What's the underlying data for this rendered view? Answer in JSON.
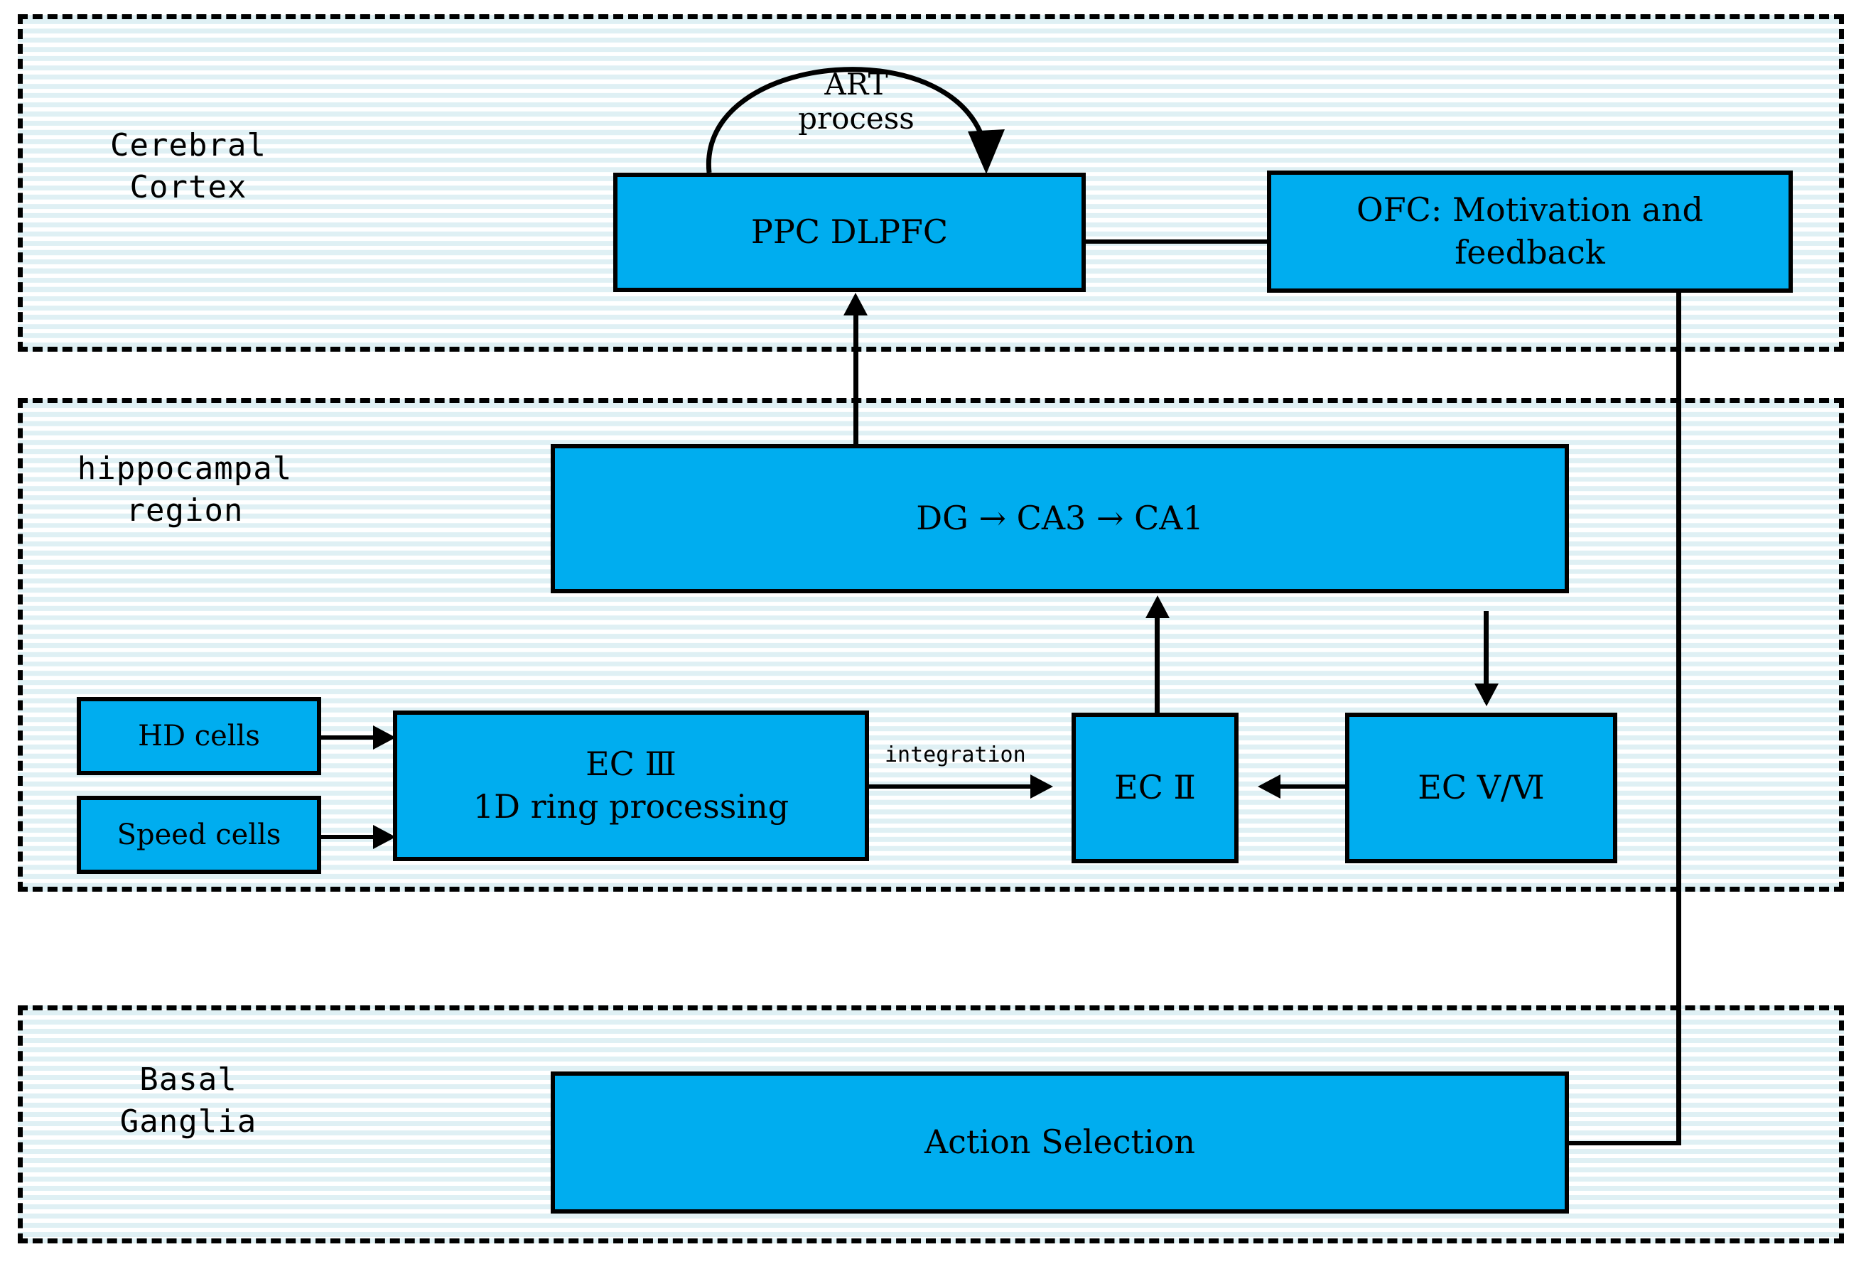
{
  "diagram": {
    "title": "Brain-inspired navigation architecture",
    "accent_color": "#00ADEF",
    "stripe_color": "#DFF0F4",
    "line_color": "#000000"
  },
  "regions": [
    {
      "id": "cerebral-cortex",
      "label": "Cerebral\nCortex"
    },
    {
      "id": "hippocampal-region",
      "label": "hippocampal\nregion"
    },
    {
      "id": "basal-ganglia",
      "label": "Basal\nGanglia"
    }
  ],
  "nodes": {
    "ppc_dlpfc": {
      "label": "PPC  DLPFC"
    },
    "ofc": {
      "label": "OFC: Motivation and\nfeedback"
    },
    "dg_ca3_ca1": {
      "label": "DG  →  CA3  →  CA1"
    },
    "hd_cells": {
      "label": "HD cells"
    },
    "speed_cells": {
      "label": "Speed cells"
    },
    "ec_iii": {
      "label": "EC Ⅲ\n1D ring processing"
    },
    "ec_ii": {
      "label": "EC Ⅱ"
    },
    "ec_v_vi": {
      "label": "EC Ⅴ/Ⅵ"
    },
    "action_selection": {
      "label": "Action Selection"
    }
  },
  "edge_labels": {
    "art_process": "ART\nprocess",
    "integration": "integration"
  }
}
